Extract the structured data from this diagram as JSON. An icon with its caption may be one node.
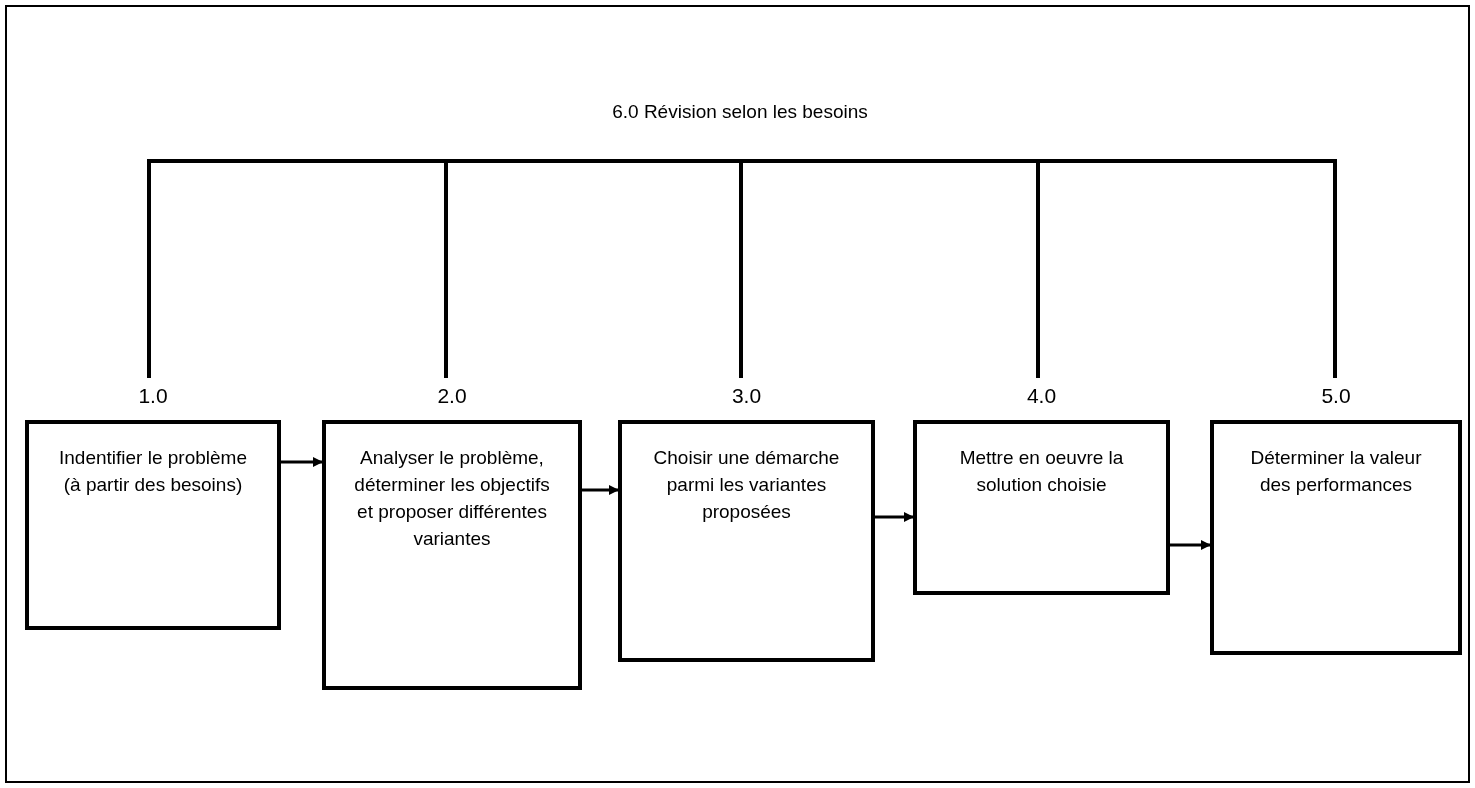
{
  "diagram": {
    "nodes": [
      {
        "text": [
          "6.0 Révision selon les besoins"
        ]
      },
      {
        "text": [
          "1.0",
          "Indentifier le problème (à partir des besoins)"
        ]
      },
      {
        "text": [
          "2.0",
          "Analyser le problème, déterminer les objectifs et proposer différentes variantes"
        ]
      },
      {
        "text": [
          "3.0",
          "Choisir une démarche parmi les variantes proposées"
        ]
      },
      {
        "text": [
          "4.0",
          "Mettre en oeuvre la solution choisie"
        ]
      },
      {
        "text": [
          "5.0",
          "Déterminer la valeur des performances"
        ]
      }
    ],
    "edges": [
      {
        "from": 0,
        "to": 1,
        "arrow": "none"
      },
      {
        "from": 0,
        "to": 2,
        "arrow": "none"
      },
      {
        "from": 0,
        "to": 3,
        "arrow": "none"
      },
      {
        "from": 0,
        "to": 4,
        "arrow": "none"
      },
      {
        "from": 0,
        "to": 5,
        "arrow": "none"
      },
      {
        "from": 1,
        "to": 2,
        "arrow": "to"
      },
      {
        "from": 2,
        "to": 3,
        "arrow": "to"
      },
      {
        "from": 3,
        "to": 4,
        "arrow": "to"
      },
      {
        "from": 4,
        "to": 5,
        "arrow": "to"
      }
    ]
  }
}
